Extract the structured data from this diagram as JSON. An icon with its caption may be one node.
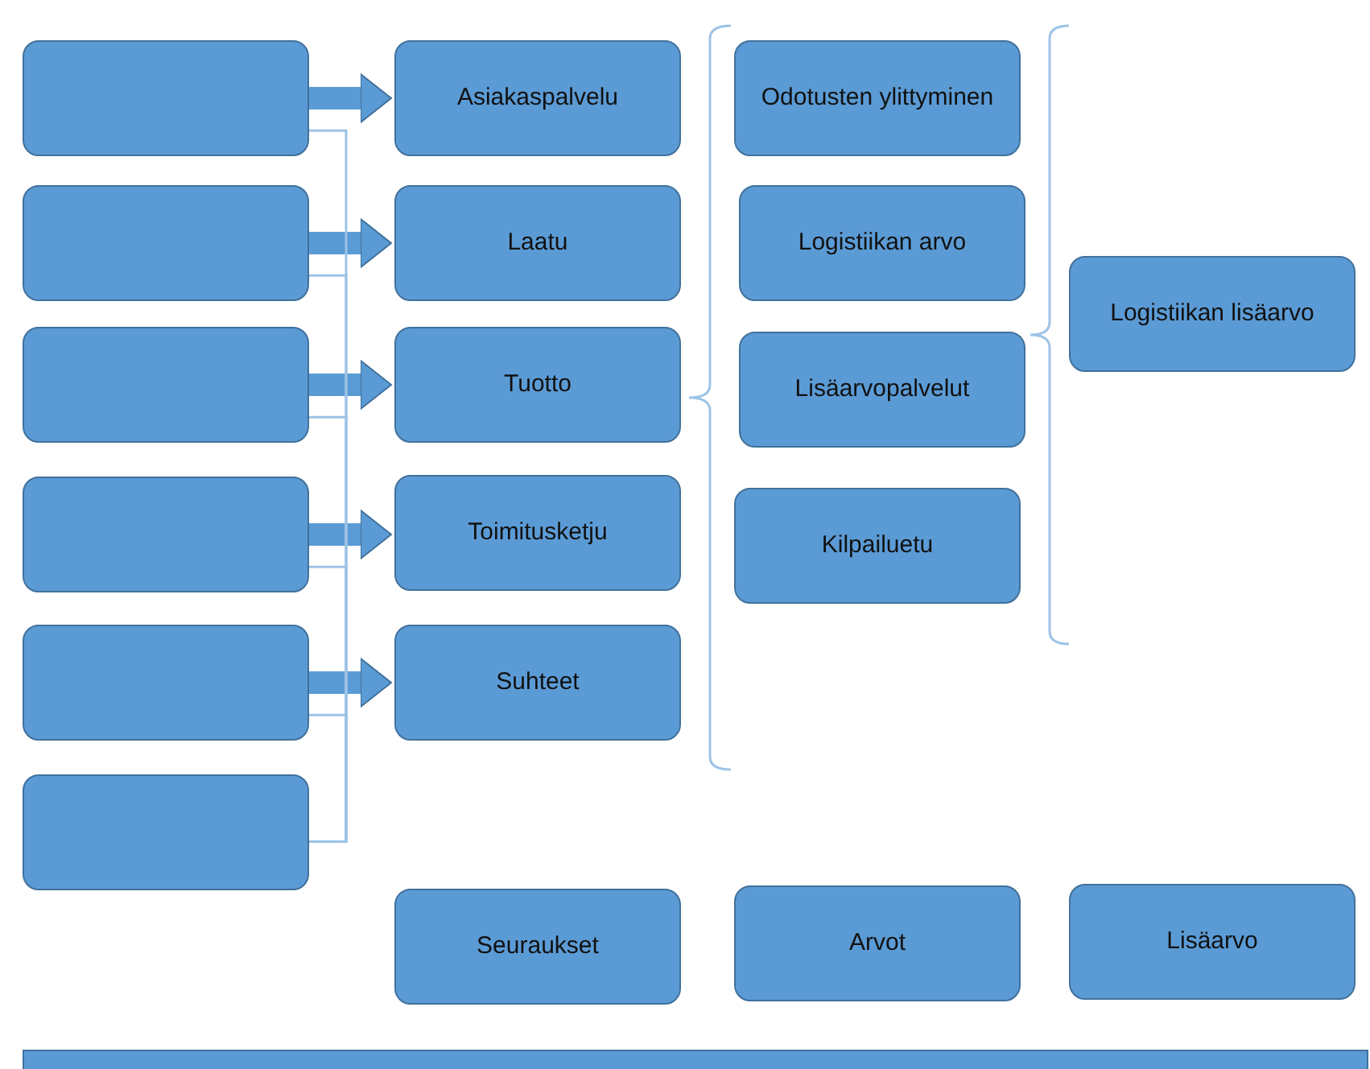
{
  "diagram": {
    "nodes": [
      {
        "text": [],
        "shape": "box"
      },
      {
        "text": [],
        "shape": "box"
      },
      {
        "text": [],
        "shape": "box"
      },
      {
        "text": [],
        "shape": "box"
      },
      {
        "text": [],
        "shape": "box"
      },
      {
        "text": [],
        "shape": "box"
      },
      {
        "text": [
          "Asiakaspalvelu"
        ]
      },
      {
        "text": [
          "Laatu"
        ]
      },
      {
        "text": [
          "Tuotto"
        ]
      },
      {
        "text": [
          "Toimitusketju"
        ]
      },
      {
        "text": [
          "Suhteet"
        ]
      },
      {
        "text": [
          "Odotusten ylittyminen"
        ]
      },
      {
        "text": [
          "Logistiikan arvo"
        ]
      },
      {
        "text": [
          "Lisäarvopalvelut"
        ]
      },
      {
        "text": [
          "Kilpailuetu"
        ]
      },
      {
        "text": [
          "Logistiikan lisäarvo"
        ]
      },
      {
        "text": [
          "Seuraukset"
        ]
      },
      {
        "text": [
          "Arvot"
        ]
      },
      {
        "text": [
          "Lisäarvo"
        ]
      },
      {
        "text": [],
        "shape": "bar"
      }
    ],
    "edges": [
      {
        "from": 0,
        "to": 6,
        "arrow": "to",
        "style": "thick"
      },
      {
        "from": 1,
        "to": 7,
        "arrow": "to",
        "style": "thick"
      },
      {
        "from": 2,
        "to": 8,
        "arrow": "to",
        "style": "thick"
      },
      {
        "from": 3,
        "to": 9,
        "arrow": "to",
        "style": "thick"
      },
      {
        "from": 4,
        "to": 10,
        "arrow": "to",
        "style": "thick"
      },
      {
        "from": 0,
        "to": 5,
        "arrow": "none",
        "color": "#9dc3e6"
      },
      {
        "from": 1,
        "to": 5,
        "arrow": "none",
        "color": "#9dc3e6"
      },
      {
        "from": 2,
        "to": 5,
        "arrow": "none",
        "color": "#9dc3e6"
      },
      {
        "from": 3,
        "to": 5,
        "arrow": "none",
        "color": "#9dc3e6"
      },
      {
        "from": 4,
        "to": 5,
        "arrow": "none",
        "color": "#9dc3e6"
      }
    ]
  }
}
